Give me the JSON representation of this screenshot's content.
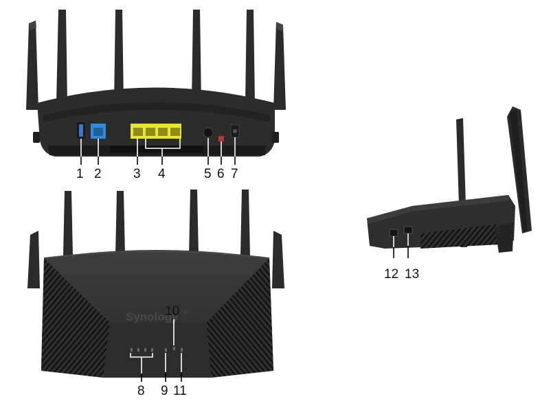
{
  "brand": "Synology",
  "brand_mark": "®",
  "callouts": {
    "c1": "1",
    "c2": "2",
    "c3": "3",
    "c4": "4",
    "c5": "5",
    "c6": "6",
    "c7": "7",
    "c8": "8",
    "c9": "9",
    "c10": "10",
    "c11": "11",
    "c12": "12",
    "c13": "13"
  },
  "colors": {
    "body": "#2a2a2a",
    "lan_ports": "#e8e53a",
    "wan_port": "#2e8cd8",
    "usb": "#3a78c8"
  },
  "icons": [
    "antenna",
    "usb-port",
    "wan-port",
    "lan-port",
    "power-button",
    "reset-button",
    "dc-in-port",
    "status-led",
    "side-button"
  ]
}
